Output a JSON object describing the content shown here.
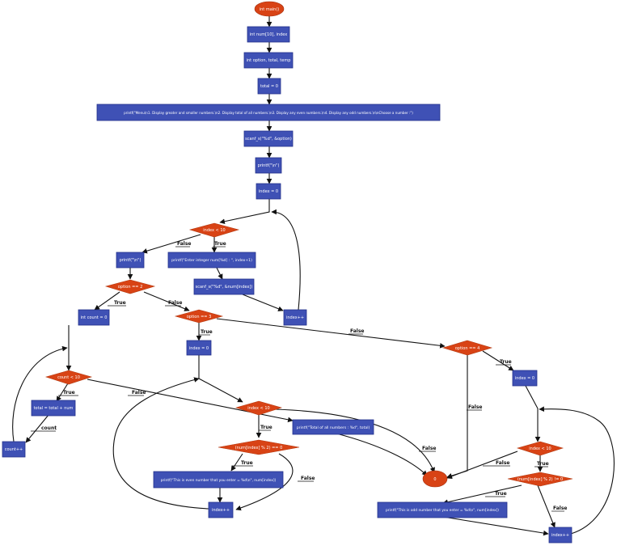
{
  "nodes": {
    "n_main": "int main()",
    "n_decl_num": "int num[10], index",
    "n_decl_opt": "int option, total, temp",
    "n_total0": "total = 0",
    "n_menu": "printf(\"Menu\\n1. Display greater and smaller numbers.\\n2. Display total of all numbers.\\n3. Display any even numbers.\\n4. Display any odd numbers.\\n\\nChoose a number :\")",
    "n_scanf_opt": "scanf_s(\"%d\", &option)",
    "n_printf_n1": "printf(\"\\n\")",
    "n_index0_a": "index = 0",
    "n_cond_idx10_a": "index < 10",
    "n_printf_enter": "printf(\"Enter integer num[%d] : \", index+1)",
    "n_scanf_num": "scanf_s(\"%d\", &num[index])",
    "n_idxpp_a": "index++",
    "n_printf_n2": "printf(\"\\n\")",
    "n_cond_opt2": "option == 2",
    "n_count0": "int count = 0",
    "n_cond_cnt10": "count < 10",
    "n_total_add": "total = total + num",
    "n_countpp": "count++",
    "n_cond_opt3": "option == 3",
    "n_index0_b": "index = 0",
    "n_cond_idx10_b": "index < 10",
    "n_cond_even": "(num[index] % 2) == 0",
    "n_printf_even": "printf(\"This is even number that you enter = %d\\n\", num[index])",
    "n_idxpp_b": "index++",
    "n_printf_total": "printf(\"Total of all numbers : %d\", total)",
    "n_cond_opt4": "option == 4",
    "n_index0_c": "index = 0",
    "n_cond_idx10_c": "index < 10",
    "n_cond_odd": "(num[index] % 2) != 0",
    "n_printf_odd": "printf(\"This is odd number that you enter = %d\\n\", num[index])",
    "n_idxpp_c": "index++",
    "n_ret0": "0"
  },
  "edges": {
    "e_idx_a_false": "False",
    "e_idx_a_true": "True",
    "e_opt2_true": "True",
    "e_opt2_false": "False",
    "e_opt3_true": "True",
    "e_opt3_false": "False",
    "e_cnt_true": "True",
    "e_cnt_false": "False",
    "e_count": "count",
    "e_idx_b_true": "True",
    "e_idx_b_false": "False",
    "e_even_true": "True",
    "e_even_false": "False",
    "e_opt4_true": "True",
    "e_opt4_false": "False",
    "e_idx_c_true": "True",
    "e_idx_c_false": "False",
    "e_odd_true": "True",
    "e_odd_false": "False"
  },
  "colors": {
    "process": "#3f51b5",
    "decision": "#d84315",
    "terminal": "#d84315",
    "edge": "#111111"
  }
}
